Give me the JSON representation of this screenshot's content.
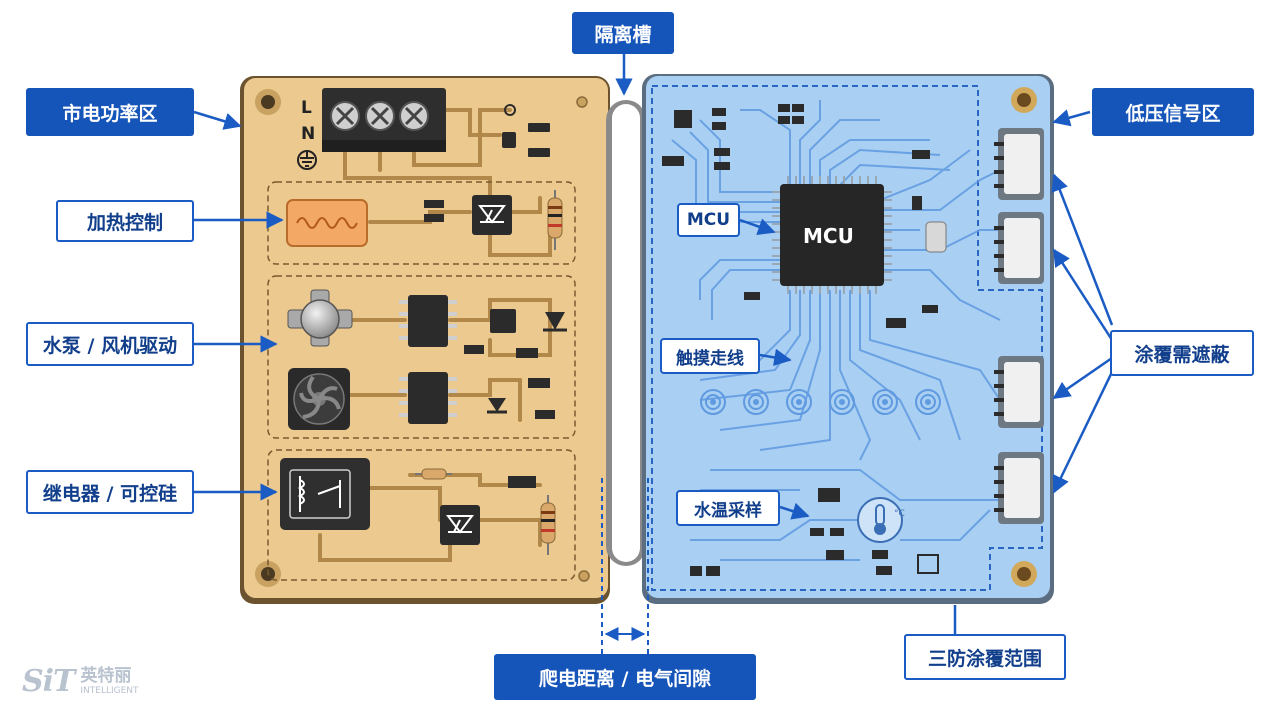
{
  "labels": {
    "isolation_slot": "隔离槽",
    "mains_power_zone": "市电功率区",
    "low_voltage_signal_zone": "低压信号区",
    "heating_control": "加热控制",
    "pump_fan_drive": "水泵 / 风机驱动",
    "relay_thyristor": "继电器 / 可控硅",
    "mcu_callout": "MCU",
    "touch_traces": "触摸走线",
    "water_temp_sampling": "水温采样",
    "coating_masking": "涂覆需遮蔽",
    "creepage_clearance": "爬电距离 / 电气间隙",
    "conformal_coating_area": "三防涂覆范围"
  },
  "board": {
    "mcu_chip": "MCU",
    "terminal_L": "L",
    "terminal_N": "N",
    "sensor_unit": "°C"
  },
  "logo": {
    "mark": "SiT",
    "name_cn": "英特丽",
    "name_en": "INTELLIGENT"
  },
  "colors": {
    "label_fill": "#1554b8",
    "power_board": "#ecc98e",
    "signal_board": "#a9cff3",
    "copper_trace": "#b1884a",
    "signal_trace": "#5f9ae0"
  }
}
